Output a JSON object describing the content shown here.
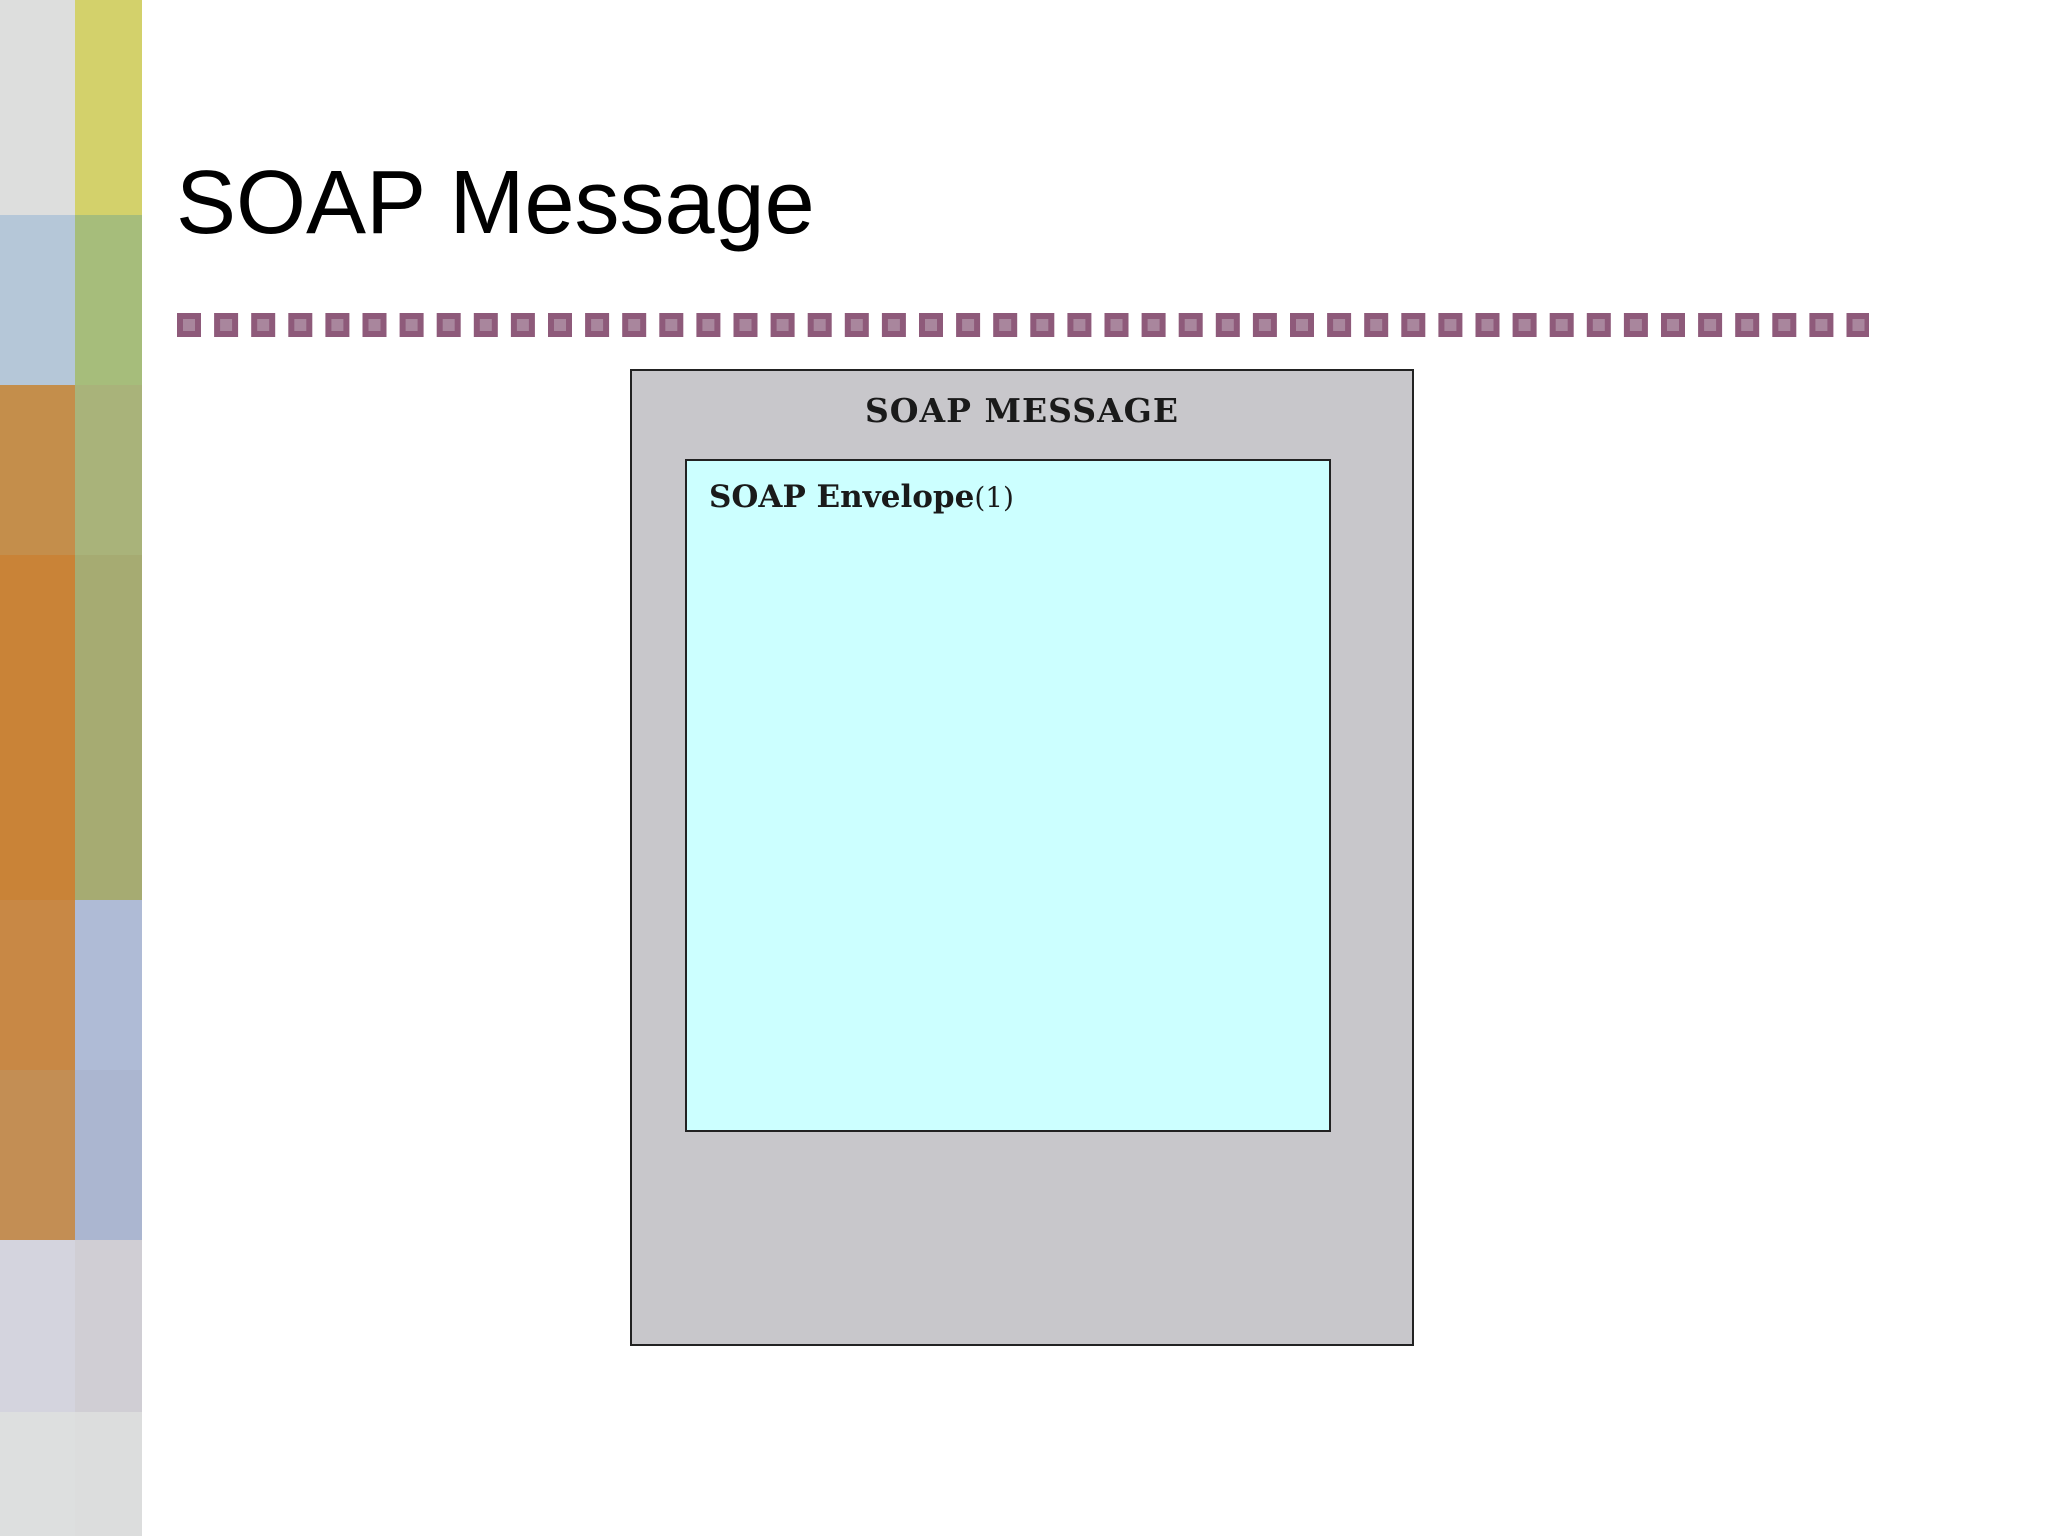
{
  "slide": {
    "title": "SOAP Message"
  },
  "diagram": {
    "message_label": "SOAP MESSAGE",
    "envelope_label": "SOAP Envelope",
    "envelope_suffix": "(1)"
  },
  "colors": {
    "message_fill": "#c8c7cb",
    "envelope_fill": "#ccffff",
    "divider_square": "#8e5a7a"
  }
}
